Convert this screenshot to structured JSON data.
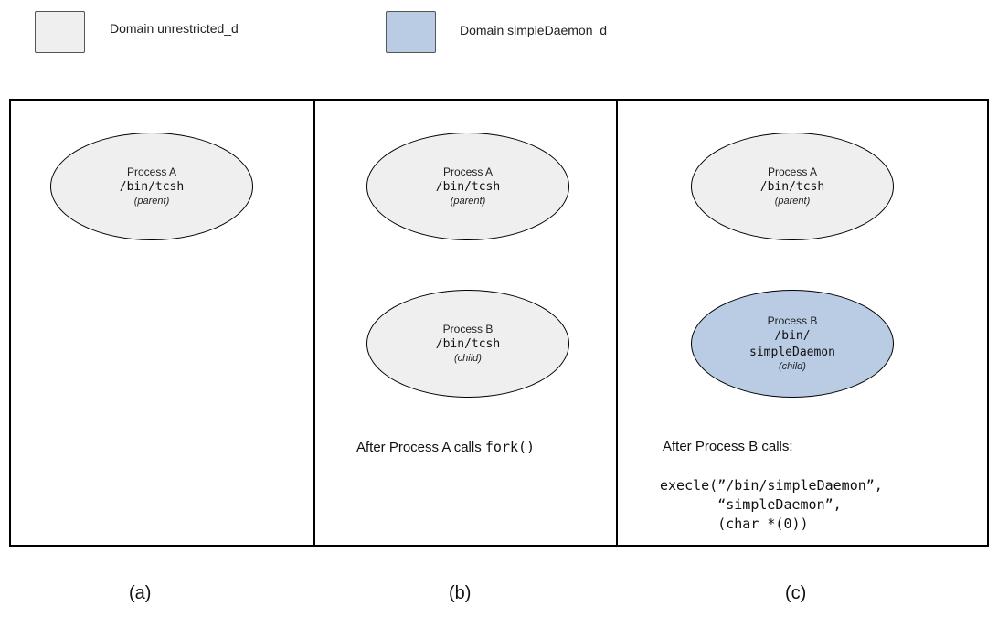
{
  "legend": {
    "items": [
      {
        "label": "Domain unrestricted_d",
        "color": "#efefef"
      },
      {
        "label": "Domain simpleDaemon_d",
        "color": "#b9cce4"
      }
    ]
  },
  "panels": [
    {
      "label": "(a)",
      "processes": [
        {
          "name": "Process A",
          "path": "/bin/tcsh",
          "role": "(parent)",
          "color": "#efefef"
        }
      ]
    },
    {
      "label": "(b)",
      "processes": [
        {
          "name": "Process A",
          "path": "/bin/tcsh",
          "role": "(parent)",
          "color": "#efefef"
        },
        {
          "name": "Process B",
          "path": "/bin/tcsh",
          "role": "(child)",
          "color": "#efefef"
        }
      ],
      "caption_text": "After Process A calls ",
      "caption_code": "fork()"
    },
    {
      "label": "(c)",
      "processes": [
        {
          "name": "Process A",
          "path": "/bin/tcsh",
          "role": "(parent)",
          "color": "#efefef"
        },
        {
          "name": "Process B",
          "path_line1": "/bin/",
          "path_line2": "simpleDaemon",
          "role": "(child)",
          "color": "#b9cce4"
        }
      ],
      "caption_text": "After Process B calls:",
      "code_lines": [
        "execle(”/bin/simpleDaemon”,",
        "       “simpleDaemon”,",
        "       (char *(0))"
      ]
    }
  ]
}
